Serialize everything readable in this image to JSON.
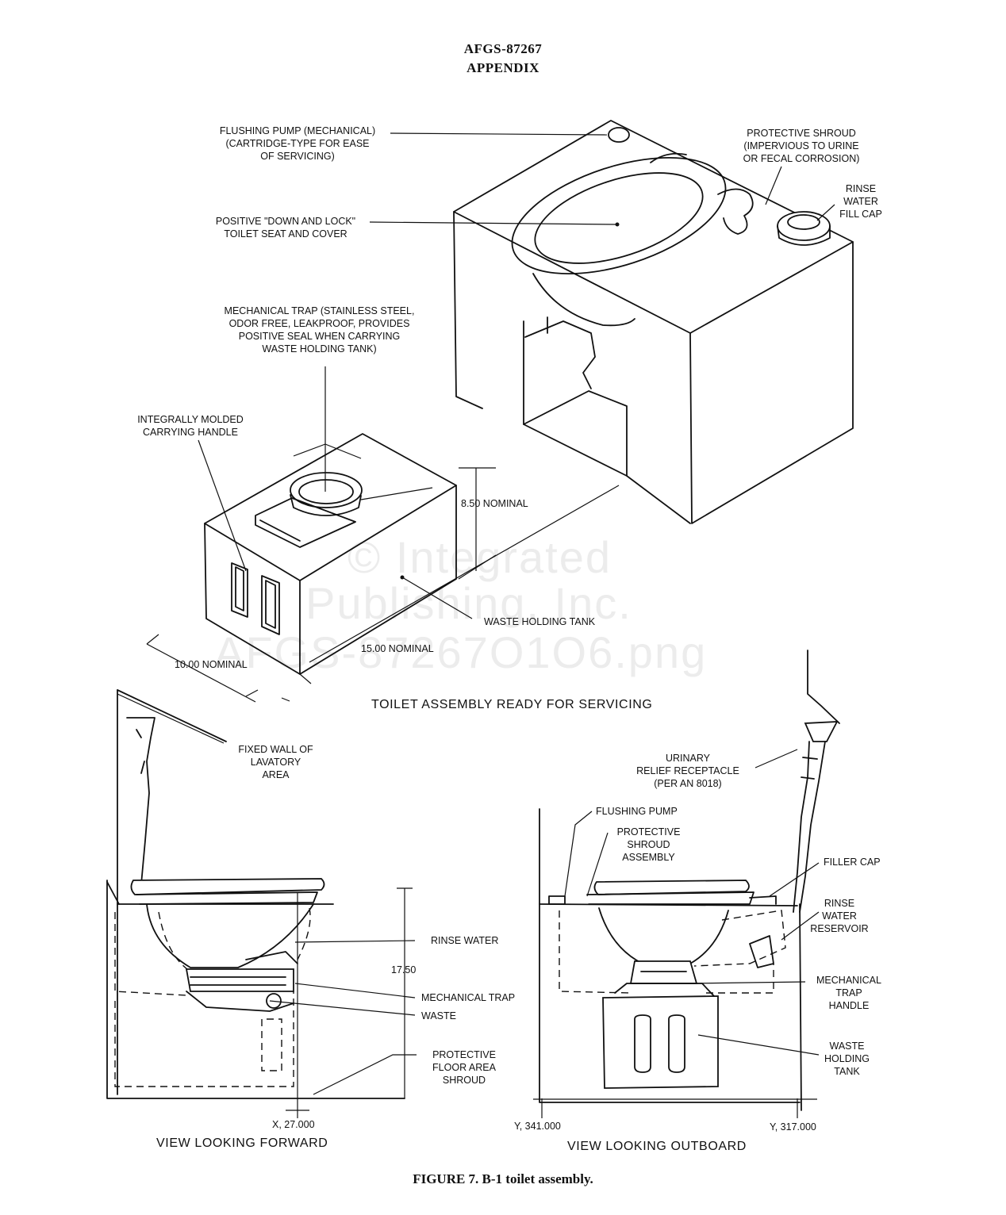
{
  "header": {
    "doc_number": "AFGS-87267",
    "section": "APPENDIX"
  },
  "watermark": [
    "© Integrated",
    "Publishing, Inc.",
    "AFGS-87267O1O6.png"
  ],
  "isometric": {
    "title": "TOILET ASSEMBLY READY FOR SERVICING",
    "labels": {
      "flushing_pump": "FLUSHING PUMP (MECHANICAL)\n(CARTRIDGE-TYPE FOR EASE\nOF SERVICING)",
      "protective_shroud": "PROTECTIVE SHROUD\n(IMPERVIOUS TO URINE\nOR FECAL CORROSION)",
      "rinse_water_fill_cap": "RINSE\nWATER\nFILL CAP",
      "toilet_seat": "POSITIVE \"DOWN AND LOCK\"\nTOILET SEAT AND COVER",
      "mechanical_trap": "MECHANICAL TRAP (STAINLESS STEEL,\nODOR FREE, LEAKPROOF, PROVIDES\nPOSITIVE SEAL WHEN CARRYING\nWASTE HOLDING TANK)",
      "carrying_handle": "INTEGRALLY MOLDED\nCARRYING HANDLE",
      "height": "8.50 NOMINAL",
      "waste_tank": "WASTE HOLDING TANK",
      "length": "15.00 NOMINAL",
      "width": "10.00 NOMINAL"
    }
  },
  "forward_view": {
    "title": "VIEW LOOKING FORWARD",
    "labels": {
      "fixed_wall": "FIXED WALL OF\nLAVATORY\nAREA",
      "rinse_water": "RINSE WATER",
      "height": "17.50",
      "mechanical_trap": "MECHANICAL TRAP",
      "waste": "WASTE",
      "floor_shroud": "PROTECTIVE\nFLOOR AREA\nSHROUD",
      "station": "X, 27.000"
    }
  },
  "outboard_view": {
    "title": "VIEW LOOKING OUTBOARD",
    "labels": {
      "urinary": "URINARY\nRELIEF RECEPTACLE\n(PER AN 8018)",
      "flushing_pump": "FLUSHING PUMP",
      "shroud_assembly": "PROTECTIVE\nSHROUD\nASSEMBLY",
      "filler_cap": "FILLER CAP",
      "rinse_reservoir": "RINSE\nWATER\nRESERVOIR",
      "trap_handle": "MECHANICAL\nTRAP\nHANDLE",
      "waste_tank": "WASTE\nHOLDING\nTANK",
      "station_left": "Y, 341.000",
      "station_right": "Y, 317.000"
    }
  },
  "caption": "FIGURE 7.  B-1 toilet assembly."
}
